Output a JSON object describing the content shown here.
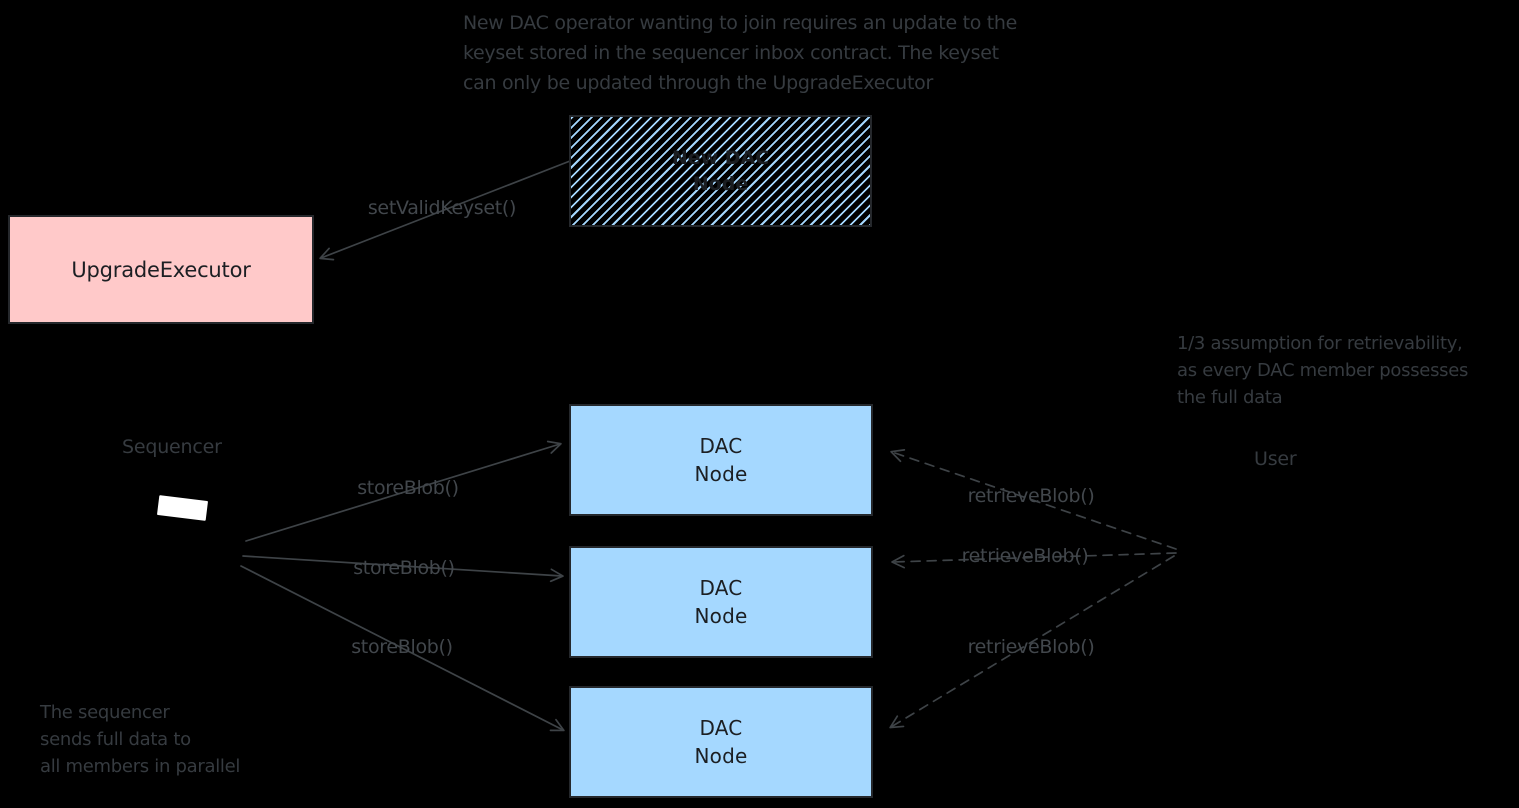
{
  "colors": {
    "bg": "#000000",
    "pink": "#ffc9c9",
    "blue": "#a5d8ff",
    "hatch": "#a5d8ff",
    "border": "#25282c",
    "box_text": "#1c1f23",
    "note_text": "#363b40",
    "label_text": "#42474c",
    "arrow": "#3e4347",
    "chip": "#ffffff"
  },
  "notes": {
    "top": "New DAC operator wanting to join requires an update to the\nkeyset stored in the sequencer inbox contract. The keyset\ncan only be updated through the UpgradeExecutor",
    "retrievability": "1/3 assumption for retrievability,\nas every DAC member possesses\nthe full data",
    "parallel": "The sequencer\nsends full data to\nall members in parallel"
  },
  "nodes": {
    "new_dac_label": "New DAC\nNode",
    "upgrade_executor_label": "UpgradeExecutor",
    "dac_nodes": [
      "DAC\nNode",
      "DAC\nNode",
      "DAC\nNode"
    ]
  },
  "actors": {
    "sequencer": "Sequencer",
    "user": "User"
  },
  "edges": {
    "set_valid_keyset": "setValidKeyset()",
    "store_blob": [
      "storeBlob()",
      "storeBlob()",
      "storeBlob()"
    ],
    "retrieve_blob": [
      "retrieveBlob()",
      "retrieveBlob()",
      "retrieveBlob()"
    ]
  }
}
